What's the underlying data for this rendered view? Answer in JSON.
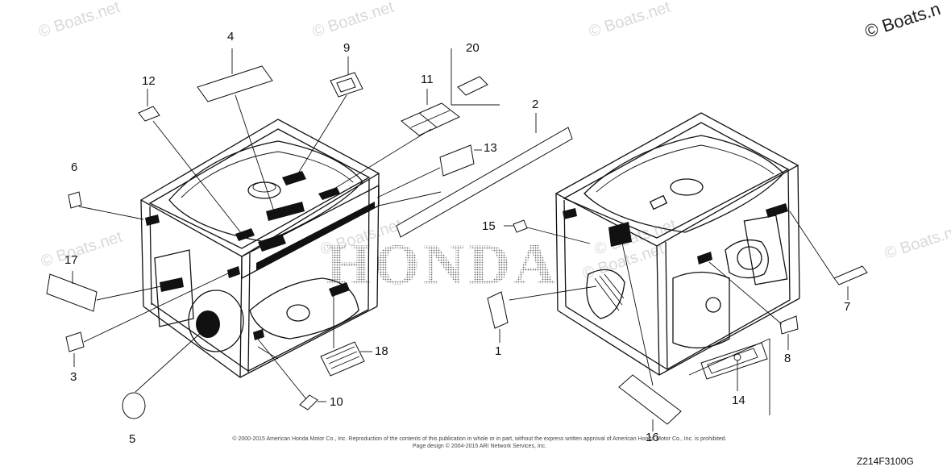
{
  "watermarks": [
    "© Boats.net",
    "© Boats.net",
    "© Boats.net",
    "© Boats.net",
    "© Boats.net",
    "© Boats.net",
    "© Boats.net",
    "© Boats.net"
  ],
  "corner_watermark": "© Boats.n",
  "brand_mark": "HONDA",
  "callouts": {
    "c1": "1",
    "c2": "2",
    "c3": "3",
    "c4": "4",
    "c5": "5",
    "c6": "6",
    "c7": "7",
    "c8": "8",
    "c9": "9",
    "c10": "10",
    "c11": "11",
    "c12": "12",
    "c13": "13",
    "c14": "14",
    "c15": "15",
    "c16": "16",
    "c17": "17",
    "c18": "18",
    "c20": "20"
  },
  "copyright_line1": "© 2000-2015 American Honda Motor Co., Inc. Reproduction of the contents of this publication in whole or in part, without the express written approval of American Honda Motor Co., Inc. is prohibited.",
  "copyright_line2": "Page design © 2004-2015 ARI Network Services, Inc.",
  "diagram_code": "Z214F3100G"
}
